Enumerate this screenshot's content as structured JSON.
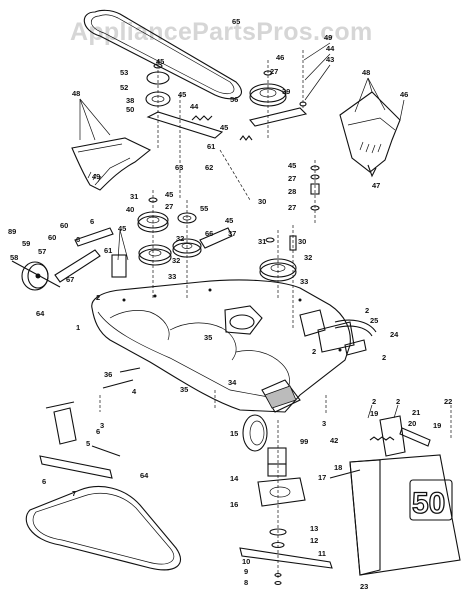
{
  "watermark": "AppliancePartsPros.com",
  "deck_plate": "50",
  "callouts": [
    {
      "id": "c-65-top",
      "text": "65"
    },
    {
      "id": "c-46a",
      "text": "46"
    },
    {
      "id": "c-49",
      "text": "49"
    },
    {
      "id": "c-44a",
      "text": "44"
    },
    {
      "id": "c-43",
      "text": "43"
    },
    {
      "id": "c-45a",
      "text": "45"
    },
    {
      "id": "c-53",
      "text": "53"
    },
    {
      "id": "c-27a",
      "text": "27"
    },
    {
      "id": "c-52",
      "text": "52"
    },
    {
      "id": "c-39",
      "text": "39"
    },
    {
      "id": "c-38",
      "text": "38"
    },
    {
      "id": "c-45b",
      "text": "45"
    },
    {
      "id": "c-44b",
      "text": "44"
    },
    {
      "id": "c-56",
      "text": "56"
    },
    {
      "id": "c-50",
      "text": "50"
    },
    {
      "id": "c-48a",
      "text": "48"
    },
    {
      "id": "c-48b",
      "text": "48"
    },
    {
      "id": "c-46b",
      "text": "46"
    },
    {
      "id": "c-45c",
      "text": "45"
    },
    {
      "id": "c-61",
      "text": "61"
    },
    {
      "id": "c-49b",
      "text": "49"
    },
    {
      "id": "c-63",
      "text": "63"
    },
    {
      "id": "c-62",
      "text": "62"
    },
    {
      "id": "c-47",
      "text": "47"
    },
    {
      "id": "c-45d",
      "text": "45"
    },
    {
      "id": "c-27b",
      "text": "27"
    },
    {
      "id": "c-28",
      "text": "28"
    },
    {
      "id": "c-31",
      "text": "31"
    },
    {
      "id": "c-45e",
      "text": "45"
    },
    {
      "id": "c-27c",
      "text": "27"
    },
    {
      "id": "c-40",
      "text": "40"
    },
    {
      "id": "c-55",
      "text": "55"
    },
    {
      "id": "c-45f",
      "text": "45"
    },
    {
      "id": "c-66",
      "text": "66"
    },
    {
      "id": "c-37",
      "text": "37"
    },
    {
      "id": "c-32a",
      "text": "32"
    },
    {
      "id": "c-27d",
      "text": "27"
    },
    {
      "id": "c-30",
      "text": "30"
    },
    {
      "id": "c-89",
      "text": "89"
    },
    {
      "id": "c-60a",
      "text": "60"
    },
    {
      "id": "c-6a",
      "text": "6"
    },
    {
      "id": "c-45g",
      "text": "45"
    },
    {
      "id": "c-60b",
      "text": "60"
    },
    {
      "id": "c-6b",
      "text": "6"
    },
    {
      "id": "c-61b",
      "text": "61"
    },
    {
      "id": "c-32b",
      "text": "32"
    },
    {
      "id": "c-31b",
      "text": "31"
    },
    {
      "id": "c-30b",
      "text": "30"
    },
    {
      "id": "c-59",
      "text": "59"
    },
    {
      "id": "c-58",
      "text": "58"
    },
    {
      "id": "c-57",
      "text": "57"
    },
    {
      "id": "c-33a",
      "text": "33"
    },
    {
      "id": "c-33b",
      "text": "33"
    },
    {
      "id": "c-32c",
      "text": "32"
    },
    {
      "id": "c-67",
      "text": "67"
    },
    {
      "id": "c-64a",
      "text": "64"
    },
    {
      "id": "c-2a",
      "text": "2"
    },
    {
      "id": "c-2b",
      "text": "2"
    },
    {
      "id": "c-25",
      "text": "25"
    },
    {
      "id": "c-1",
      "text": "1"
    },
    {
      "id": "c-24",
      "text": "24"
    },
    {
      "id": "c-35a",
      "text": "35"
    },
    {
      "id": "c-2c",
      "text": "2"
    },
    {
      "id": "c-2d",
      "text": "2"
    },
    {
      "id": "c-36",
      "text": "36"
    },
    {
      "id": "c-34",
      "text": "34"
    },
    {
      "id": "c-35b",
      "text": "35"
    },
    {
      "id": "c-4",
      "text": "4"
    },
    {
      "id": "c-3a",
      "text": "3"
    },
    {
      "id": "c-22",
      "text": "22"
    },
    {
      "id": "c-2e",
      "text": "2"
    },
    {
      "id": "c-2f",
      "text": "2"
    },
    {
      "id": "c-19a",
      "text": "19"
    },
    {
      "id": "c-21",
      "text": "21"
    },
    {
      "id": "c-20",
      "text": "20"
    },
    {
      "id": "c-19b",
      "text": "19"
    },
    {
      "id": "c-3b",
      "text": "3"
    },
    {
      "id": "c-42",
      "text": "42"
    },
    {
      "id": "c-5",
      "text": "5"
    },
    {
      "id": "c-6c",
      "text": "6"
    },
    {
      "id": "c-15",
      "text": "15"
    },
    {
      "id": "c-99",
      "text": "99"
    },
    {
      "id": "c-18",
      "text": "18"
    },
    {
      "id": "c-6d",
      "text": "6"
    },
    {
      "id": "c-7",
      "text": "7"
    },
    {
      "id": "c-14",
      "text": "14"
    },
    {
      "id": "c-17",
      "text": "17"
    },
    {
      "id": "c-64b",
      "text": "64"
    },
    {
      "id": "c-16",
      "text": "16"
    },
    {
      "id": "c-13",
      "text": "13"
    },
    {
      "id": "c-12",
      "text": "12"
    },
    {
      "id": "c-11",
      "text": "11"
    },
    {
      "id": "c-10",
      "text": "10"
    },
    {
      "id": "c-9",
      "text": "9"
    },
    {
      "id": "c-8",
      "text": "8"
    },
    {
      "id": "c-23",
      "text": "23"
    }
  ]
}
